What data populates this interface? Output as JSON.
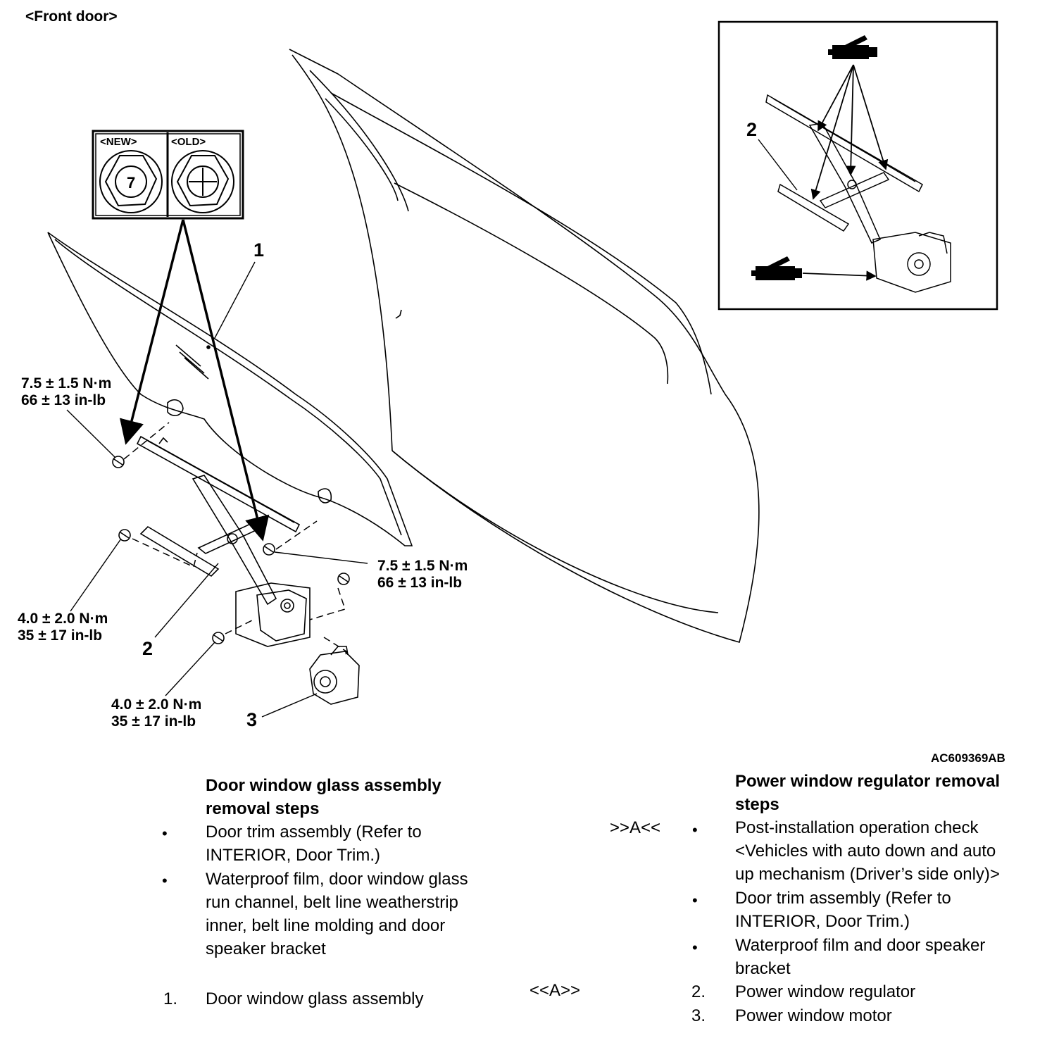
{
  "header": {
    "title": "<Front door>"
  },
  "figure_code": "AC609369AB",
  "inset_bolts": {
    "new_label": "<NEW>",
    "old_label": "<OLD>",
    "new_mark": "7"
  },
  "callouts": {
    "c1": "1",
    "c2": "2",
    "c3": "3",
    "inset_c2": "2"
  },
  "torques": {
    "t1": {
      "nm": "7.5 ± 1.5 N·m",
      "inlb": "66 ± 13 in-lb"
    },
    "t2": {
      "nm": "7.5 ± 1.5 N·m",
      "inlb": "66 ± 13 in-lb"
    },
    "t3": {
      "nm": "4.0 ± 2.0 N·m",
      "inlb": "35 ± 17 in-lb"
    },
    "t4": {
      "nm": "4.0 ± 2.0 N·m",
      "inlb": "35 ± 17 in-lb"
    }
  },
  "left_steps": {
    "heading_line1": "Door window glass assembly",
    "heading_line2": "removal steps",
    "bullet": "•",
    "items": [
      {
        "lines": [
          "Door trim assembly (Refer to",
          "INTERIOR, Door Trim.)"
        ]
      },
      {
        "lines": [
          "Waterproof film, door window glass",
          "run channel, belt line weatherstrip",
          "inner, belt line molding and door",
          "speaker bracket"
        ]
      }
    ],
    "numbered": {
      "num": "1.",
      "text": "Door window glass assembly",
      "code": "<<A>>"
    }
  },
  "right_steps": {
    "heading_line1": "Power window regulator removal",
    "heading_line2": "steps",
    "bullet": "•",
    "first_code": ">>A<<",
    "items": [
      {
        "lines": [
          "Post-installation operation check",
          "<Vehicles with auto down and auto",
          "up mechanism (Driver’s side only)>"
        ]
      },
      {
        "lines": [
          "Door trim assembly (Refer to",
          "INTERIOR, Door Trim.)"
        ]
      },
      {
        "lines": [
          "Waterproof film and door speaker",
          "bracket"
        ]
      }
    ],
    "numbered": [
      {
        "num": "2.",
        "text": "Power window regulator"
      },
      {
        "num": "3.",
        "text": "Power window motor"
      }
    ]
  }
}
